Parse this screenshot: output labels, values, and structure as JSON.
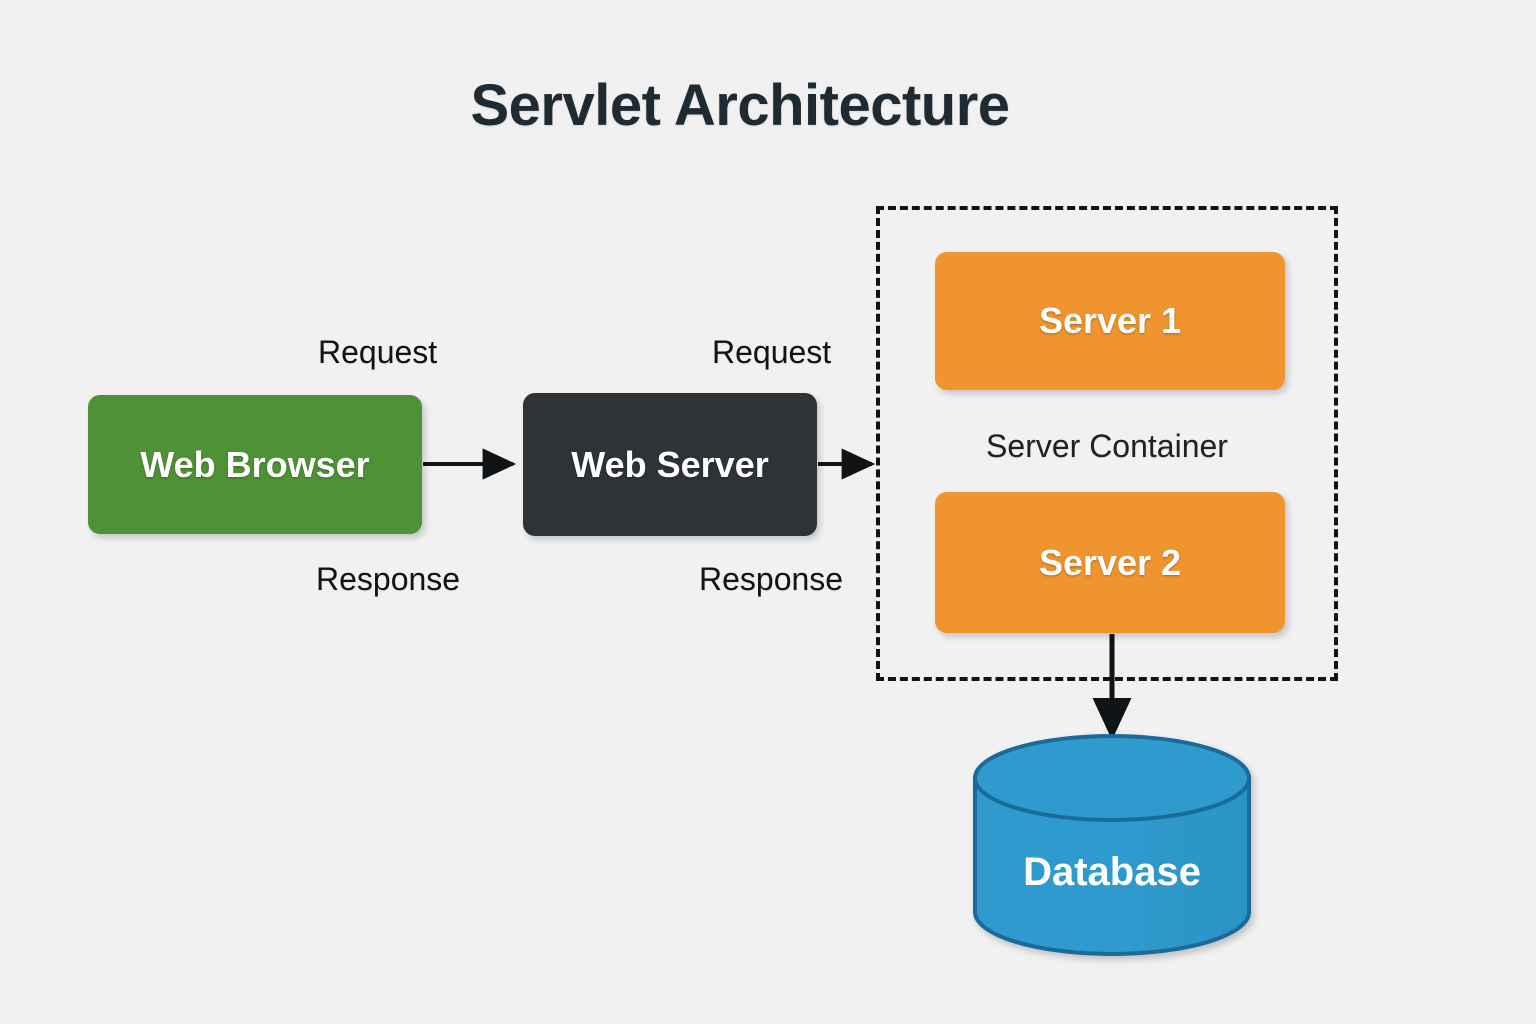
{
  "diagram": {
    "title": "Servlet Architecture",
    "background_color": "#f1f1f1",
    "title_color": "#1f2b33"
  },
  "nodes": {
    "web_browser": {
      "label": "Web Browser",
      "color": "#4f9136",
      "text_color": "#ffffff"
    },
    "web_server": {
      "label": "Web Server",
      "color": "#2e3338",
      "text_color": "#ffffff"
    },
    "server_1": {
      "label": "Server 1",
      "color": "#ef942e",
      "text_color": "#ffffff"
    },
    "server_2": {
      "label": "Server 2",
      "color": "#ef942e",
      "text_color": "#ffffff"
    },
    "database": {
      "label": "Database",
      "color": "#2e9acd",
      "stroke_color": "#1a6a99",
      "text_color": "#ffffff"
    }
  },
  "container": {
    "label": "Server Container",
    "border_style": "dashed",
    "border_color": "#111417"
  },
  "edges": [
    {
      "id": "browser-to-server",
      "from": "web_browser",
      "to": "web_server",
      "labels": [
        "Request",
        "Response"
      ],
      "color": "#111417"
    },
    {
      "id": "server-to-container",
      "from": "web_server",
      "to": "server_container",
      "labels": [
        "Request",
        "Response"
      ],
      "color": "#111417"
    },
    {
      "id": "server2-to-database",
      "from": "server_2",
      "to": "database",
      "labels": [],
      "color": "#111417"
    }
  ],
  "labels": {
    "request_1": "Request",
    "response_1": "Response",
    "request_2": "Request",
    "response_2": "Response"
  }
}
